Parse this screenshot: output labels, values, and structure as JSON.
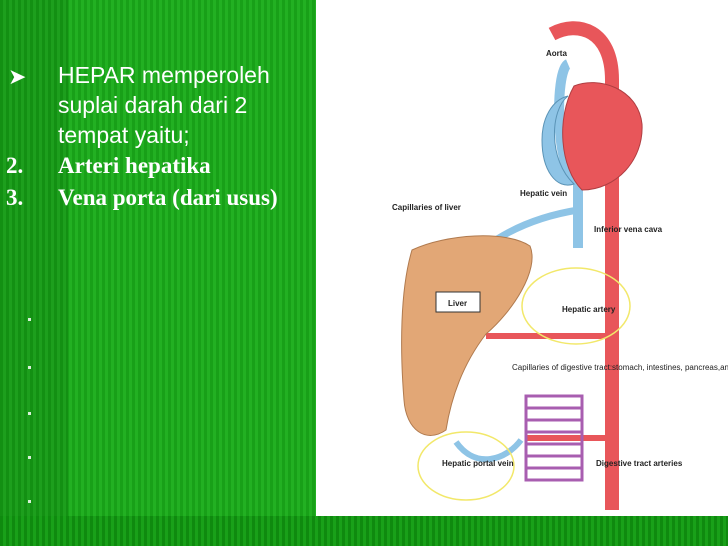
{
  "slide": {
    "bullet_text": " HEPAR memperoleh suplai darah dari 2 tempat yaitu;",
    "items": [
      {
        "number": "2.",
        "text": "Arteri hepatika"
      },
      {
        "number": "3.",
        "text": "Vena porta (dari usus)"
      }
    ]
  },
  "diagram": {
    "labels": {
      "aorta": "Aorta",
      "hepatic_vein": "Hepatic vein",
      "capillaries_liver": "Capillaries of liver",
      "inferior_vena_cava": "Inferior vena cava",
      "liver": "Liver",
      "hepatic_artery": "Hepatic artery",
      "capillaries_digestive": "Capillaries of digestive tract:stomach, intestines, pancreas,andspleen",
      "hepatic_portal_vein": "Hepatic portal vein",
      "digestive_tract_arteries": "Digestive tract arteries"
    }
  },
  "colors": {
    "artery": "#e8565a",
    "vein": "#8ec4e6",
    "liver": "#e2a776",
    "highlight_circle": "#f2e86a"
  }
}
